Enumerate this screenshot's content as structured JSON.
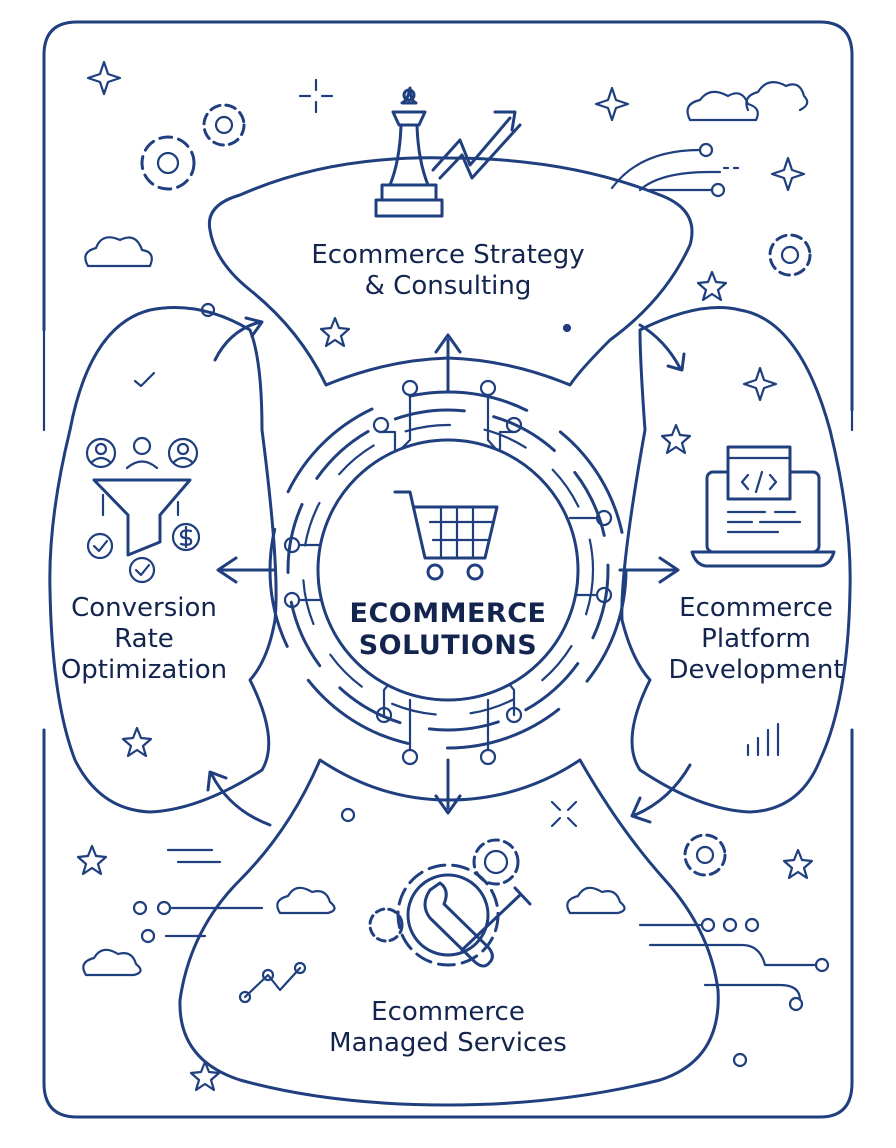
{
  "center": {
    "title": "ECOMMERCE\nSOLUTIONS"
  },
  "segments": {
    "top": {
      "label": "Ecommerce Strategy\n& Consulting"
    },
    "right": {
      "label": "Ecommerce\nPlatform\nDevelopment"
    },
    "bottom": {
      "label": "Ecommerce\nManaged Services"
    },
    "left": {
      "label": "Conversion\nRate\nOptimization"
    }
  },
  "colors": {
    "stroke": "#1f3f7e",
    "text": "#13254f",
    "background": "#ffffff"
  },
  "icons": [
    "chess-king-icon",
    "trend-arrow-icon",
    "laptop-code-icon",
    "gear-wrench-icon",
    "conversion-funnel-icon",
    "shopping-cart-icon"
  ]
}
